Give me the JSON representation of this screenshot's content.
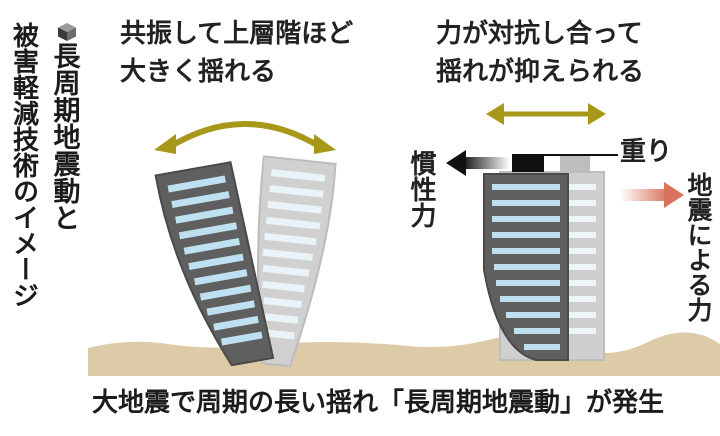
{
  "title": {
    "col1": "長周期地震動と",
    "col2": "被害軽減技術のイメージ"
  },
  "left_panel": {
    "label_line1": "共振して上層階ほど",
    "label_line2": "大きく揺れる"
  },
  "right_panel": {
    "label_line1": "力が対抗し合って",
    "label_line2": "揺れが抑えられる",
    "weight_label": "重り",
    "inertia_label": "慣性力",
    "quake_force_label": "地震による力"
  },
  "caption": "大地震で周期の長い揺れ「長周期地震動」が発生",
  "colors": {
    "ground": "#dccba6",
    "arc": "#a8981a",
    "building_dark": "#5b5b5b",
    "building_glass": "#b9dcee",
    "building_ghost": "#c6c6c6",
    "inertia_arrow": "#111111",
    "quake_arrow": "#d9735d"
  },
  "icons": {
    "title_marker": "cube-icon"
  }
}
